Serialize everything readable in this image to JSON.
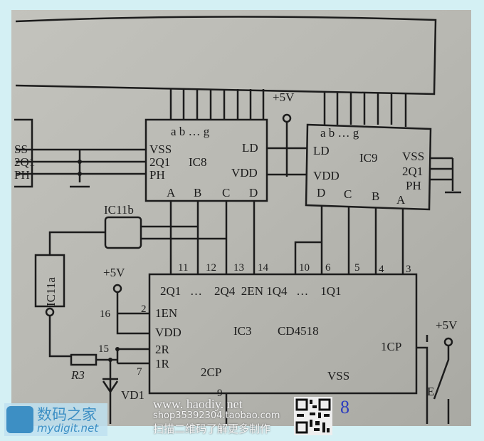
{
  "display": {
    "segments": "a b … g"
  },
  "ic8": {
    "name": "IC8",
    "left_pins": [
      "VSS",
      "2Q1",
      "PH"
    ],
    "top": "a b   …   g",
    "ld": "LD",
    "vdd": "VDD",
    "bottom": [
      "A",
      "B",
      "C",
      "D"
    ]
  },
  "ic9": {
    "name": "IC9",
    "right_pins": [
      "VSS",
      "2Q1",
      "PH"
    ],
    "top": "a b   …   g",
    "ld": "LD",
    "vdd": "VDD",
    "bottom": [
      "D",
      "C",
      "B",
      "A"
    ]
  },
  "left_partial": [
    "SS",
    "2Q1",
    "PH"
  ],
  "supply": "+5V",
  "ic11b": "IC11b",
  "ic11a": "IC11a",
  "ic3": {
    "name": "IC3",
    "part": "CD4518",
    "top_labels": "2Q1   …    2Q4  2EN 1Q4   …    1Q1",
    "pin_numbers_top": [
      "11",
      "12",
      "13",
      "14",
      "10",
      "6",
      "5",
      "4",
      "3"
    ],
    "left_labels": [
      "1EN",
      "VDD",
      "2R",
      "1R"
    ],
    "left_pin_numbers": [
      "16",
      "2",
      "15",
      "7"
    ],
    "cp1": "1CP",
    "cp2": "2CP",
    "vss": "VSS",
    "bottom_pin": "9"
  },
  "resistor": "R3",
  "diode": "VD1",
  "switch_label": "E",
  "handwritten": "8",
  "watermark": {
    "logo_cn": "数码之家",
    "logo_en": "mydigit.net",
    "url": "www. haodiy. net",
    "shop": "shop35392304.taobao.com",
    "scan": "扫描二维码了解更多制作"
  }
}
